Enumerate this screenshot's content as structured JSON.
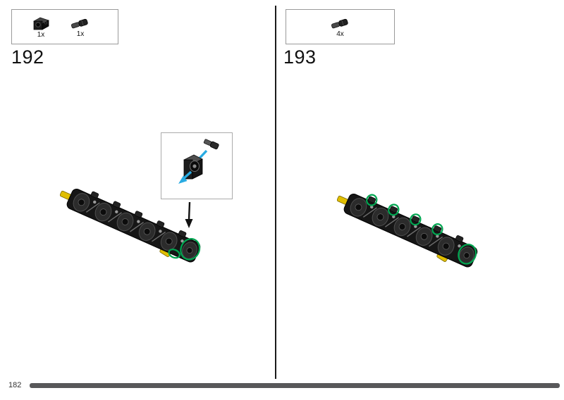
{
  "page": {
    "number": "182"
  },
  "steps": [
    {
      "number": "192",
      "parts": [
        {
          "count": "1x",
          "icon": "technic-axle-connector-icon"
        },
        {
          "count": "1x",
          "icon": "technic-pin-icon"
        }
      ]
    },
    {
      "number": "193",
      "parts": [
        {
          "count": "4x",
          "icon": "technic-pin-icon"
        }
      ]
    }
  ],
  "colors": {
    "highlight_green": "#00a651",
    "guide_arrow_blue": "#29abe2",
    "progress_bar_gray": "#58585a",
    "brick_yellow": "#e0be00",
    "ink": "#1a1a1a"
  }
}
